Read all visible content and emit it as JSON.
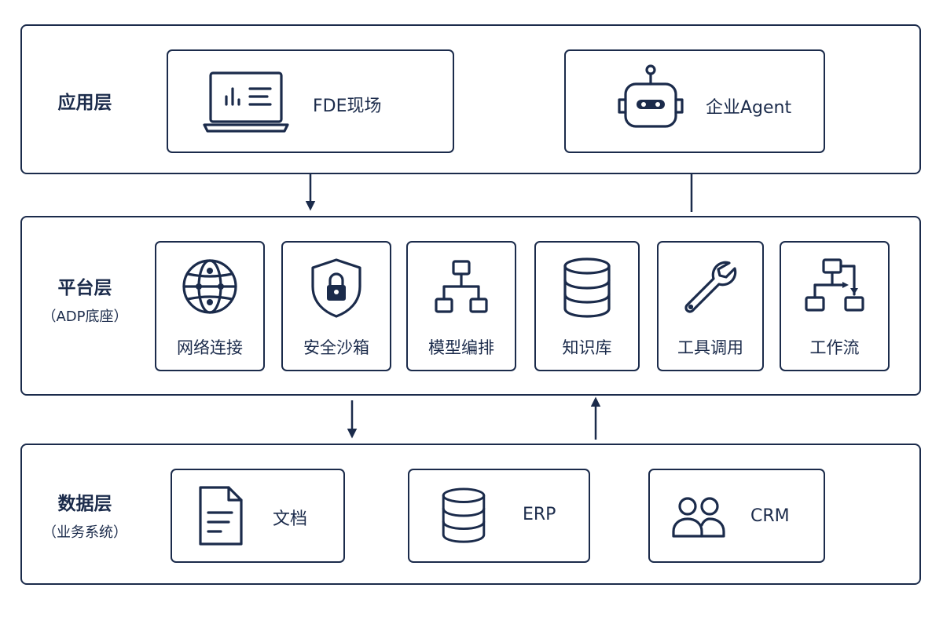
{
  "layers": {
    "app": {
      "title": "应用层",
      "fde": "FDE现场",
      "agent": "企业Agent"
    },
    "platform": {
      "title": "平台层",
      "subtitle": "（ADP底座）",
      "modules": [
        {
          "label": "网络连接",
          "icon": "globe-icon"
        },
        {
          "label": "安全沙箱",
          "icon": "shield-lock-icon"
        },
        {
          "label": "模型编排",
          "icon": "hierarchy-icon"
        },
        {
          "label": "知识库",
          "icon": "database-icon"
        },
        {
          "label": "工具调用",
          "icon": "wrench-icon"
        },
        {
          "label": "工作流",
          "icon": "workflow-icon"
        }
      ]
    },
    "data": {
      "title": "数据层",
      "subtitle": "（业务系统）",
      "sources": [
        {
          "label": "文档",
          "icon": "document-icon"
        },
        {
          "label": "ERP",
          "icon": "database-icon"
        },
        {
          "label": "CRM",
          "icon": "users-icon"
        }
      ]
    }
  },
  "colors": {
    "primary": "#1b2b4b",
    "background": "#ffffff"
  }
}
